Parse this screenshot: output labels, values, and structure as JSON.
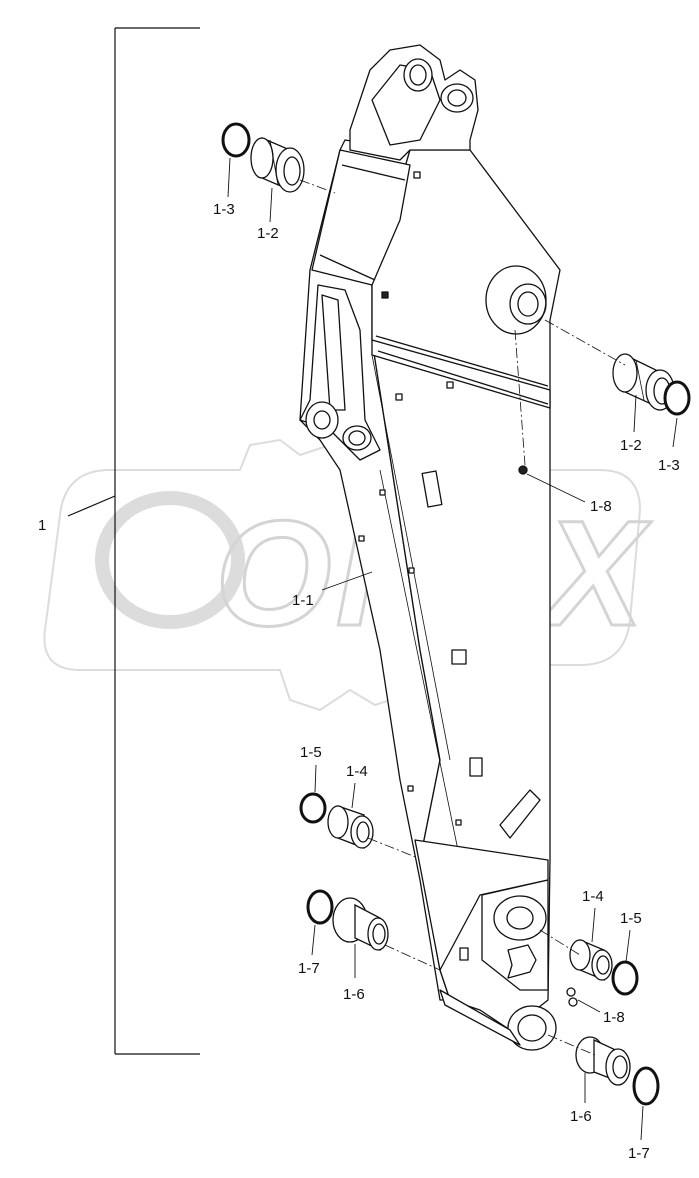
{
  "watermark": {
    "text": "OPEX",
    "color": "#d8d8d8"
  },
  "colors": {
    "line": "#111111",
    "background": "#ffffff"
  },
  "assembly_label": "1",
  "callouts": [
    {
      "id": "c-1-1",
      "text": "1-1"
    },
    {
      "id": "c-1-2-top",
      "text": "1-2"
    },
    {
      "id": "c-1-3-top",
      "text": "1-3"
    },
    {
      "id": "c-1-2-right",
      "text": "1-2"
    },
    {
      "id": "c-1-3-right",
      "text": "1-3"
    },
    {
      "id": "c-1-8-mid",
      "text": "1-8"
    },
    {
      "id": "c-1-5-left",
      "text": "1-5"
    },
    {
      "id": "c-1-4-left",
      "text": "1-4"
    },
    {
      "id": "c-1-7-left",
      "text": "1-7"
    },
    {
      "id": "c-1-6-left",
      "text": "1-6"
    },
    {
      "id": "c-1-4-right",
      "text": "1-4"
    },
    {
      "id": "c-1-5-right",
      "text": "1-5"
    },
    {
      "id": "c-1-8-low",
      "text": "1-8"
    },
    {
      "id": "c-1-6-bottom",
      "text": "1-6"
    },
    {
      "id": "c-1-7-bottom",
      "text": "1-7"
    }
  ]
}
